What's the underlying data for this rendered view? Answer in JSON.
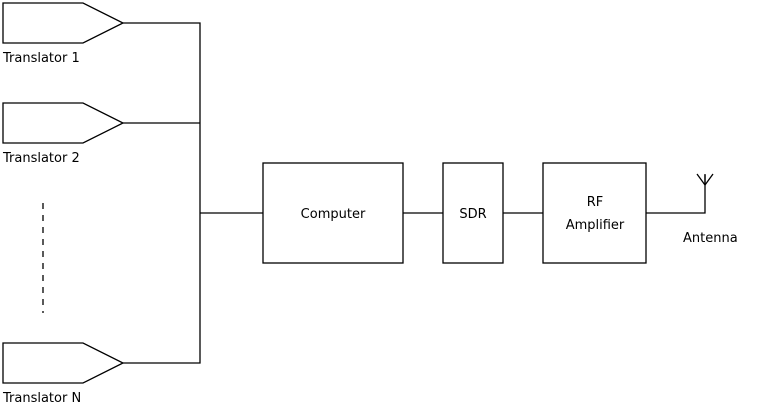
{
  "translators": [
    {
      "label": "Translator 1"
    },
    {
      "label": "Translator 2"
    },
    {
      "label": "Translator N"
    }
  ],
  "blocks": {
    "computer": "Computer",
    "sdr": "SDR",
    "rf_amplifier_line1": "RF",
    "rf_amplifier_line2": "Amplifier"
  },
  "antenna": {
    "label": "Antenna"
  }
}
